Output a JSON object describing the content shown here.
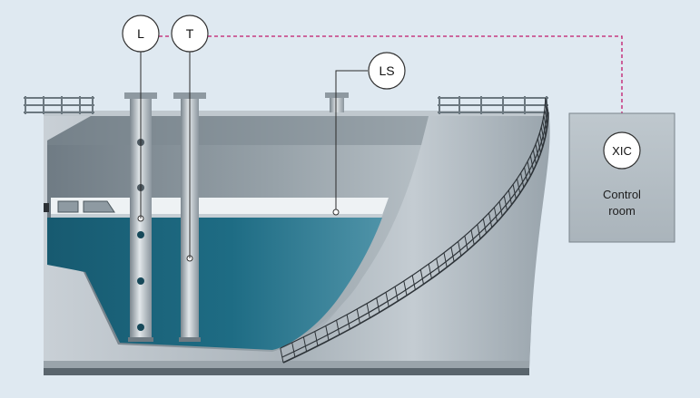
{
  "instruments": {
    "level": "L",
    "temperature": "T",
    "level_switch": "LS",
    "controller": "XIC"
  },
  "control_room": {
    "line1": "Control",
    "line2": "room"
  },
  "colors": {
    "background": "#dfe9f1",
    "tank_wall": "#b3bcc3",
    "tank_inner": "#8d98a0",
    "liquid": "#1f6c84",
    "signal_line": "#c2186b",
    "control_room": "#b4bec5"
  }
}
